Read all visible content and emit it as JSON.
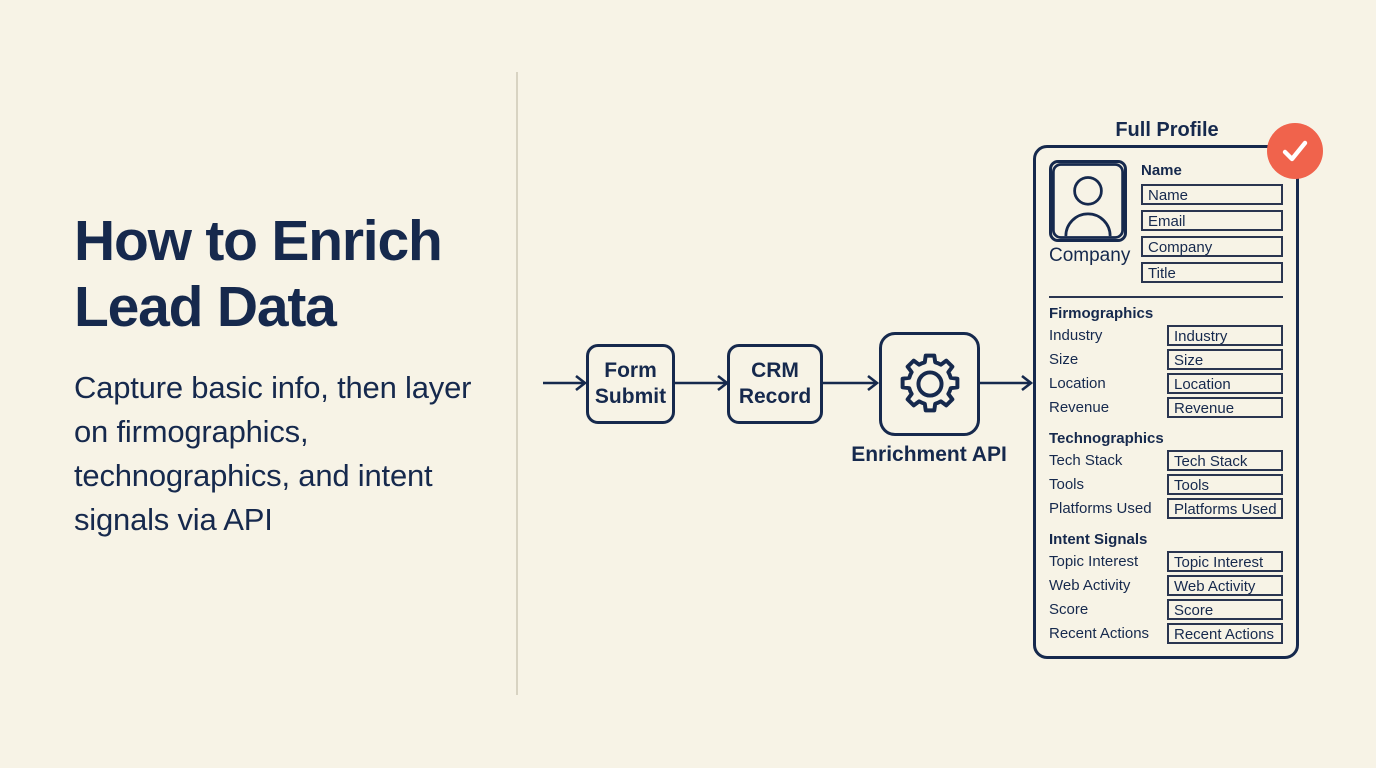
{
  "slide": {
    "background_color": "#f7f3e6",
    "ink_color": "#16294d",
    "accent_color": "#f0634c",
    "headline": "How to Enrich Lead Data",
    "subhead": "Capture basic info, then layer on firmographics, technographics, and intent signals via API"
  },
  "flow": {
    "nodes": [
      {
        "id": "form-submit",
        "label": "Form Submit",
        "icon": ""
      },
      {
        "id": "crm-record",
        "label": "CRM Record",
        "icon": ""
      },
      {
        "id": "enrichment-api",
        "label": "",
        "icon": "gear-icon",
        "caption": "Enrichment API"
      }
    ]
  },
  "profile": {
    "title": "Full Profile",
    "badge_icon": "check-circle-icon",
    "avatar_icon": "user-avatar-icon",
    "company_label": "Company",
    "identity": {
      "heading": "Name",
      "fields": [
        "Name",
        "Email",
        "Company",
        "Title"
      ]
    },
    "sections": [
      {
        "title": "Firmographics",
        "rows": [
          {
            "label": "Industry",
            "value": "Industry"
          },
          {
            "label": "Size",
            "value": "Size"
          },
          {
            "label": "Location",
            "value": "Location"
          },
          {
            "label": "Revenue",
            "value": "Revenue"
          }
        ]
      },
      {
        "title": "Technographics",
        "rows": [
          {
            "label": "Tech Stack",
            "value": "Tech Stack"
          },
          {
            "label": "Tools",
            "value": "Tools"
          },
          {
            "label": "Platforms Used",
            "value": "Platforms Used"
          }
        ]
      },
      {
        "title": "Intent Signals",
        "rows": [
          {
            "label": "Topic Interest",
            "value": "Topic Interest"
          },
          {
            "label": "Web Activity",
            "value": "Web Activity"
          },
          {
            "label": "Score",
            "value": "Score"
          },
          {
            "label": "Recent Actions",
            "value": "Recent Actions"
          }
        ]
      }
    ]
  }
}
